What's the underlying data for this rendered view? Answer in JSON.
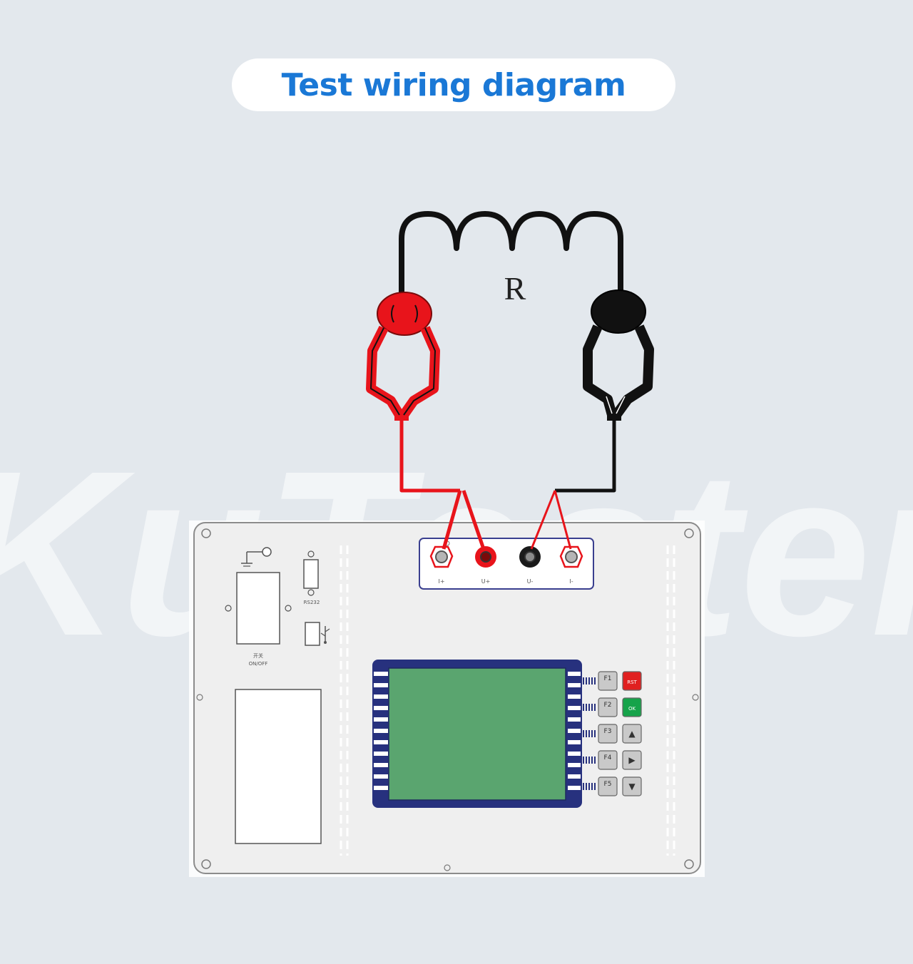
{
  "title": "Test wiring diagram",
  "diagram": {
    "resistor_label": "R",
    "watermark": "KuTester",
    "ports": [
      "I+",
      "U+",
      "U-",
      "I-"
    ],
    "serial_label": "RS232",
    "power_label_cn": "开关",
    "power_label_en": "ON/OFF",
    "function_keys": [
      "F1",
      "F2",
      "F3",
      "F4",
      "F5"
    ],
    "rst_label": "RST",
    "ok_label": "OK"
  },
  "colors": {
    "title": "#1a78d6",
    "positive_lead": "#e8141b",
    "negative_lead": "#111111",
    "lcd": "#5aa56f",
    "lcd_frame": "#27317e",
    "port_panel_border": "#3a3f8f",
    "rst_key": "#e02020",
    "ok_key": "#16a34a"
  }
}
